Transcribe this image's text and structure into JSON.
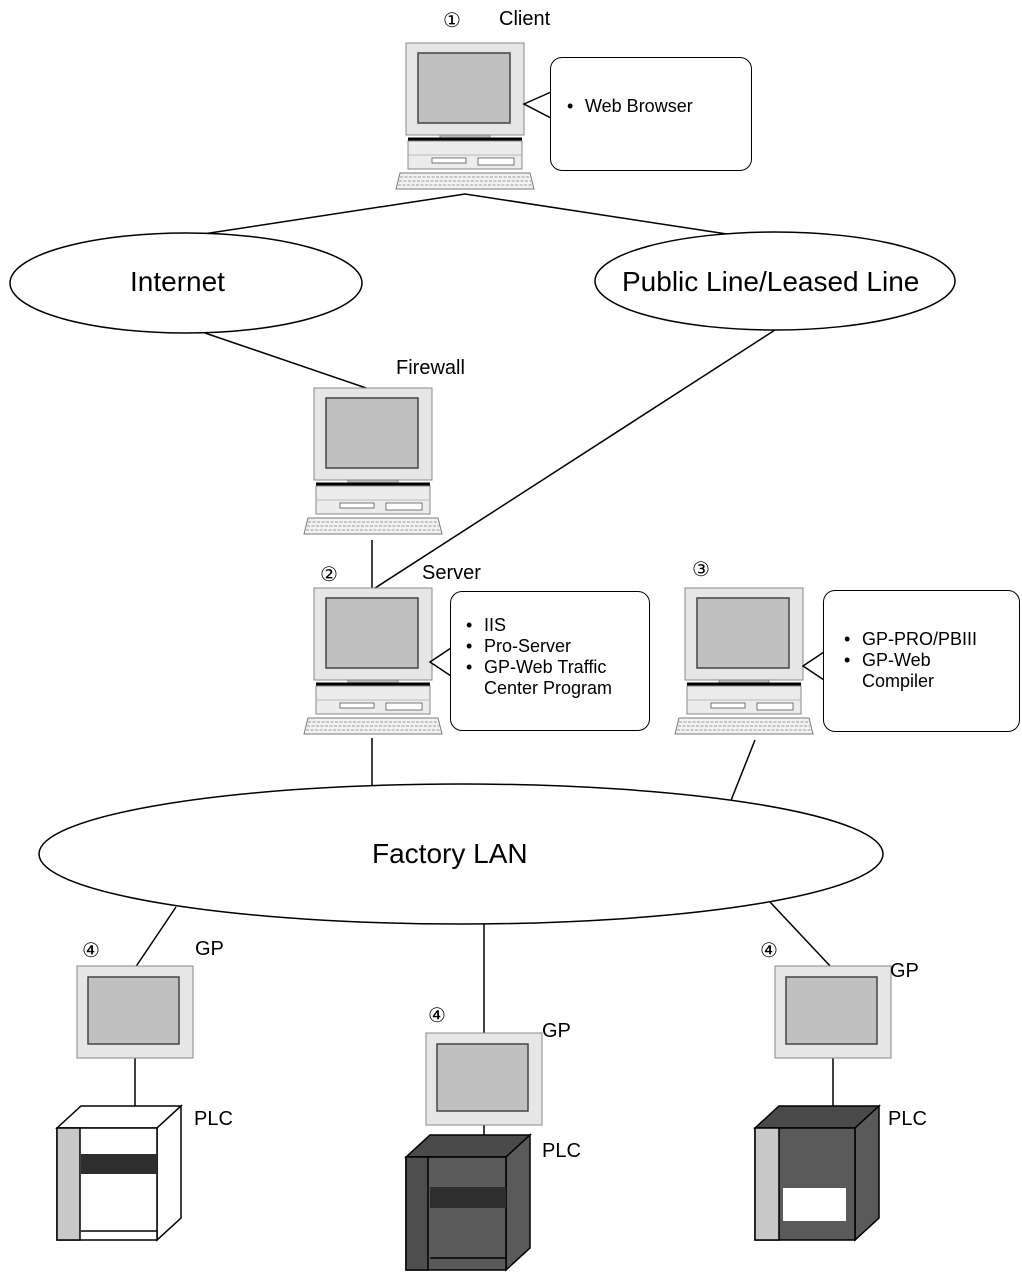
{
  "nodes": {
    "client": {
      "number": "①",
      "label": "Client",
      "bullets": [
        "Web Browser"
      ]
    },
    "firewall": {
      "label": "Firewall"
    },
    "server": {
      "number": "②",
      "label": "Server",
      "bullets": [
        "IIS",
        "Pro-Server",
        "GP-Web Traffic"
      ],
      "continuation": "Center Program"
    },
    "editor": {
      "number": "③",
      "bullets": [
        "GP-PRO/PBIII",
        "GP-Web"
      ],
      "continuation": "Compiler"
    },
    "gp_left": {
      "number": "④",
      "gp_label": "GP",
      "plc_label": "PLC"
    },
    "gp_middle": {
      "number": "④",
      "gp_label": "GP",
      "plc_label": "PLC"
    },
    "gp_right": {
      "number": "④",
      "gp_label": "GP",
      "plc_label": "PLC"
    }
  },
  "networks": {
    "internet": "Internet",
    "public_line": "Public Line/Leased Line",
    "factory_lan": "Factory LAN"
  },
  "colors": {
    "monitor_body": "#e6e6e6",
    "screen": "#c0c0c0",
    "plc_light": "#ffffff",
    "plc_dark": "#5a5a5a",
    "plc_side": "#c8c8c8",
    "plc_band": "#2e2e2e"
  }
}
